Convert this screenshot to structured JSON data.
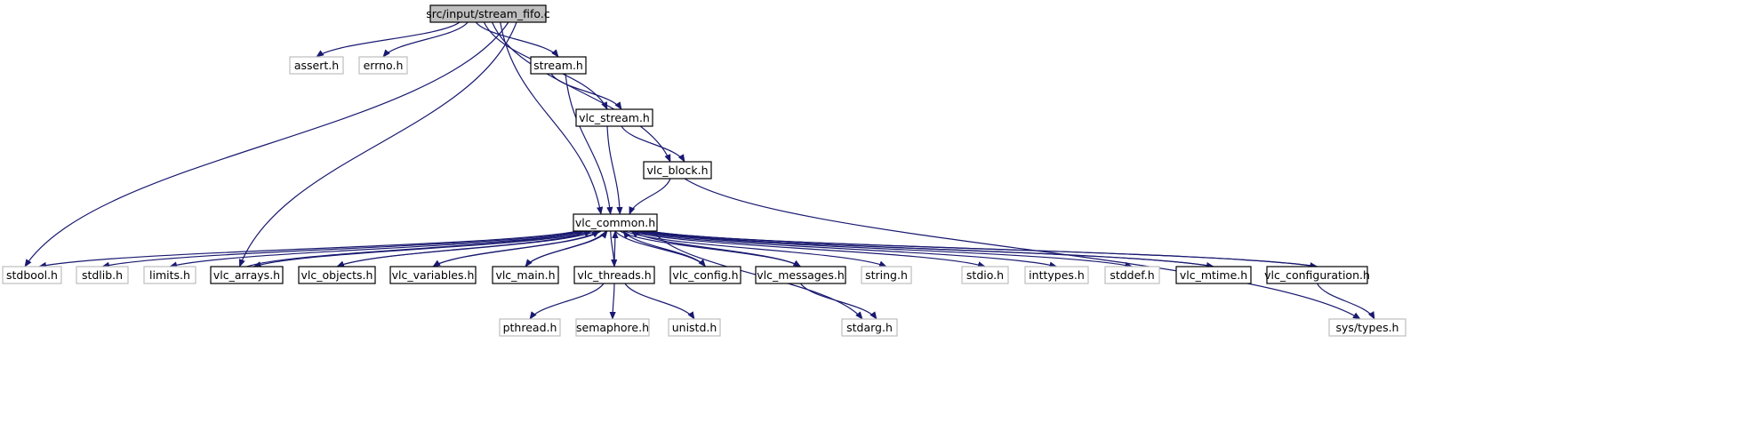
{
  "colors": {
    "edge": "#191970",
    "root_fill": "#bfbfbf",
    "dark_border": "#000000",
    "light_border": "#bfbfbf"
  },
  "nodes": [
    {
      "id": "root",
      "label": "src/input/stream_fifo.c",
      "style": "root"
    },
    {
      "id": "assert",
      "label": "assert.h",
      "style": "light"
    },
    {
      "id": "errno",
      "label": "errno.h",
      "style": "light"
    },
    {
      "id": "stream",
      "label": "stream.h",
      "style": "dark"
    },
    {
      "id": "vlc_stream",
      "label": "vlc_stream.h",
      "style": "dark"
    },
    {
      "id": "vlc_block",
      "label": "vlc_block.h",
      "style": "dark"
    },
    {
      "id": "vlc_common",
      "label": "vlc_common.h",
      "style": "dark"
    },
    {
      "id": "stdbool",
      "label": "stdbool.h",
      "style": "light"
    },
    {
      "id": "stdlib",
      "label": "stdlib.h",
      "style": "light"
    },
    {
      "id": "limits",
      "label": "limits.h",
      "style": "light"
    },
    {
      "id": "vlc_arrays",
      "label": "vlc_arrays.h",
      "style": "dark"
    },
    {
      "id": "vlc_objects",
      "label": "vlc_objects.h",
      "style": "dark"
    },
    {
      "id": "vlc_variables",
      "label": "vlc_variables.h",
      "style": "dark"
    },
    {
      "id": "vlc_main",
      "label": "vlc_main.h",
      "style": "dark"
    },
    {
      "id": "vlc_threads",
      "label": "vlc_threads.h",
      "style": "dark"
    },
    {
      "id": "vlc_config",
      "label": "vlc_config.h",
      "style": "dark"
    },
    {
      "id": "vlc_messages",
      "label": "vlc_messages.h",
      "style": "dark"
    },
    {
      "id": "string",
      "label": "string.h",
      "style": "light"
    },
    {
      "id": "stdio",
      "label": "stdio.h",
      "style": "light"
    },
    {
      "id": "inttypes",
      "label": "inttypes.h",
      "style": "light"
    },
    {
      "id": "stddef",
      "label": "stddef.h",
      "style": "light"
    },
    {
      "id": "vlc_mtime",
      "label": "vlc_mtime.h",
      "style": "dark"
    },
    {
      "id": "vlc_configuration",
      "label": "vlc_configuration.h",
      "style": "dark"
    },
    {
      "id": "sys_types",
      "label": "sys/types.h",
      "style": "light"
    },
    {
      "id": "pthread",
      "label": "pthread.h",
      "style": "light"
    },
    {
      "id": "semaphore",
      "label": "semaphore.h",
      "style": "light"
    },
    {
      "id": "unistd",
      "label": "unistd.h",
      "style": "light"
    },
    {
      "id": "stdarg",
      "label": "stdarg.h",
      "style": "light"
    }
  ],
  "edges": [
    [
      "root",
      "assert"
    ],
    [
      "root",
      "errno"
    ],
    [
      "root",
      "stream"
    ],
    [
      "root",
      "vlc_stream"
    ],
    [
      "root",
      "vlc_block"
    ],
    [
      "root",
      "vlc_common"
    ],
    [
      "root",
      "stdbool"
    ],
    [
      "root",
      "vlc_arrays"
    ],
    [
      "stream",
      "vlc_stream"
    ],
    [
      "stream",
      "vlc_common"
    ],
    [
      "vlc_stream",
      "vlc_common"
    ],
    [
      "vlc_stream",
      "vlc_block"
    ],
    [
      "vlc_block",
      "vlc_common"
    ],
    [
      "vlc_block",
      "sys_types"
    ],
    [
      "vlc_common",
      "stdbool"
    ],
    [
      "vlc_common",
      "stdlib"
    ],
    [
      "vlc_common",
      "limits"
    ],
    [
      "vlc_common",
      "vlc_arrays"
    ],
    [
      "vlc_common",
      "vlc_objects"
    ],
    [
      "vlc_common",
      "vlc_variables"
    ],
    [
      "vlc_common",
      "vlc_main"
    ],
    [
      "vlc_common",
      "vlc_threads"
    ],
    [
      "vlc_common",
      "vlc_config"
    ],
    [
      "vlc_common",
      "vlc_messages"
    ],
    [
      "vlc_common",
      "string"
    ],
    [
      "vlc_common",
      "stdio"
    ],
    [
      "vlc_common",
      "inttypes"
    ],
    [
      "vlc_common",
      "stddef"
    ],
    [
      "vlc_common",
      "vlc_mtime"
    ],
    [
      "vlc_common",
      "vlc_configuration"
    ],
    [
      "vlc_common",
      "stdarg"
    ],
    [
      "vlc_arrays",
      "vlc_common"
    ],
    [
      "vlc_objects",
      "vlc_common"
    ],
    [
      "vlc_variables",
      "vlc_common"
    ],
    [
      "vlc_main",
      "vlc_common"
    ],
    [
      "vlc_threads",
      "vlc_common"
    ],
    [
      "vlc_config",
      "vlc_common"
    ],
    [
      "vlc_messages",
      "vlc_common"
    ],
    [
      "vlc_mtime",
      "vlc_common"
    ],
    [
      "vlc_configuration",
      "vlc_common"
    ],
    [
      "vlc_threads",
      "pthread"
    ],
    [
      "vlc_threads",
      "semaphore"
    ],
    [
      "vlc_threads",
      "unistd"
    ],
    [
      "vlc_messages",
      "stdarg"
    ],
    [
      "vlc_configuration",
      "sys_types"
    ]
  ]
}
